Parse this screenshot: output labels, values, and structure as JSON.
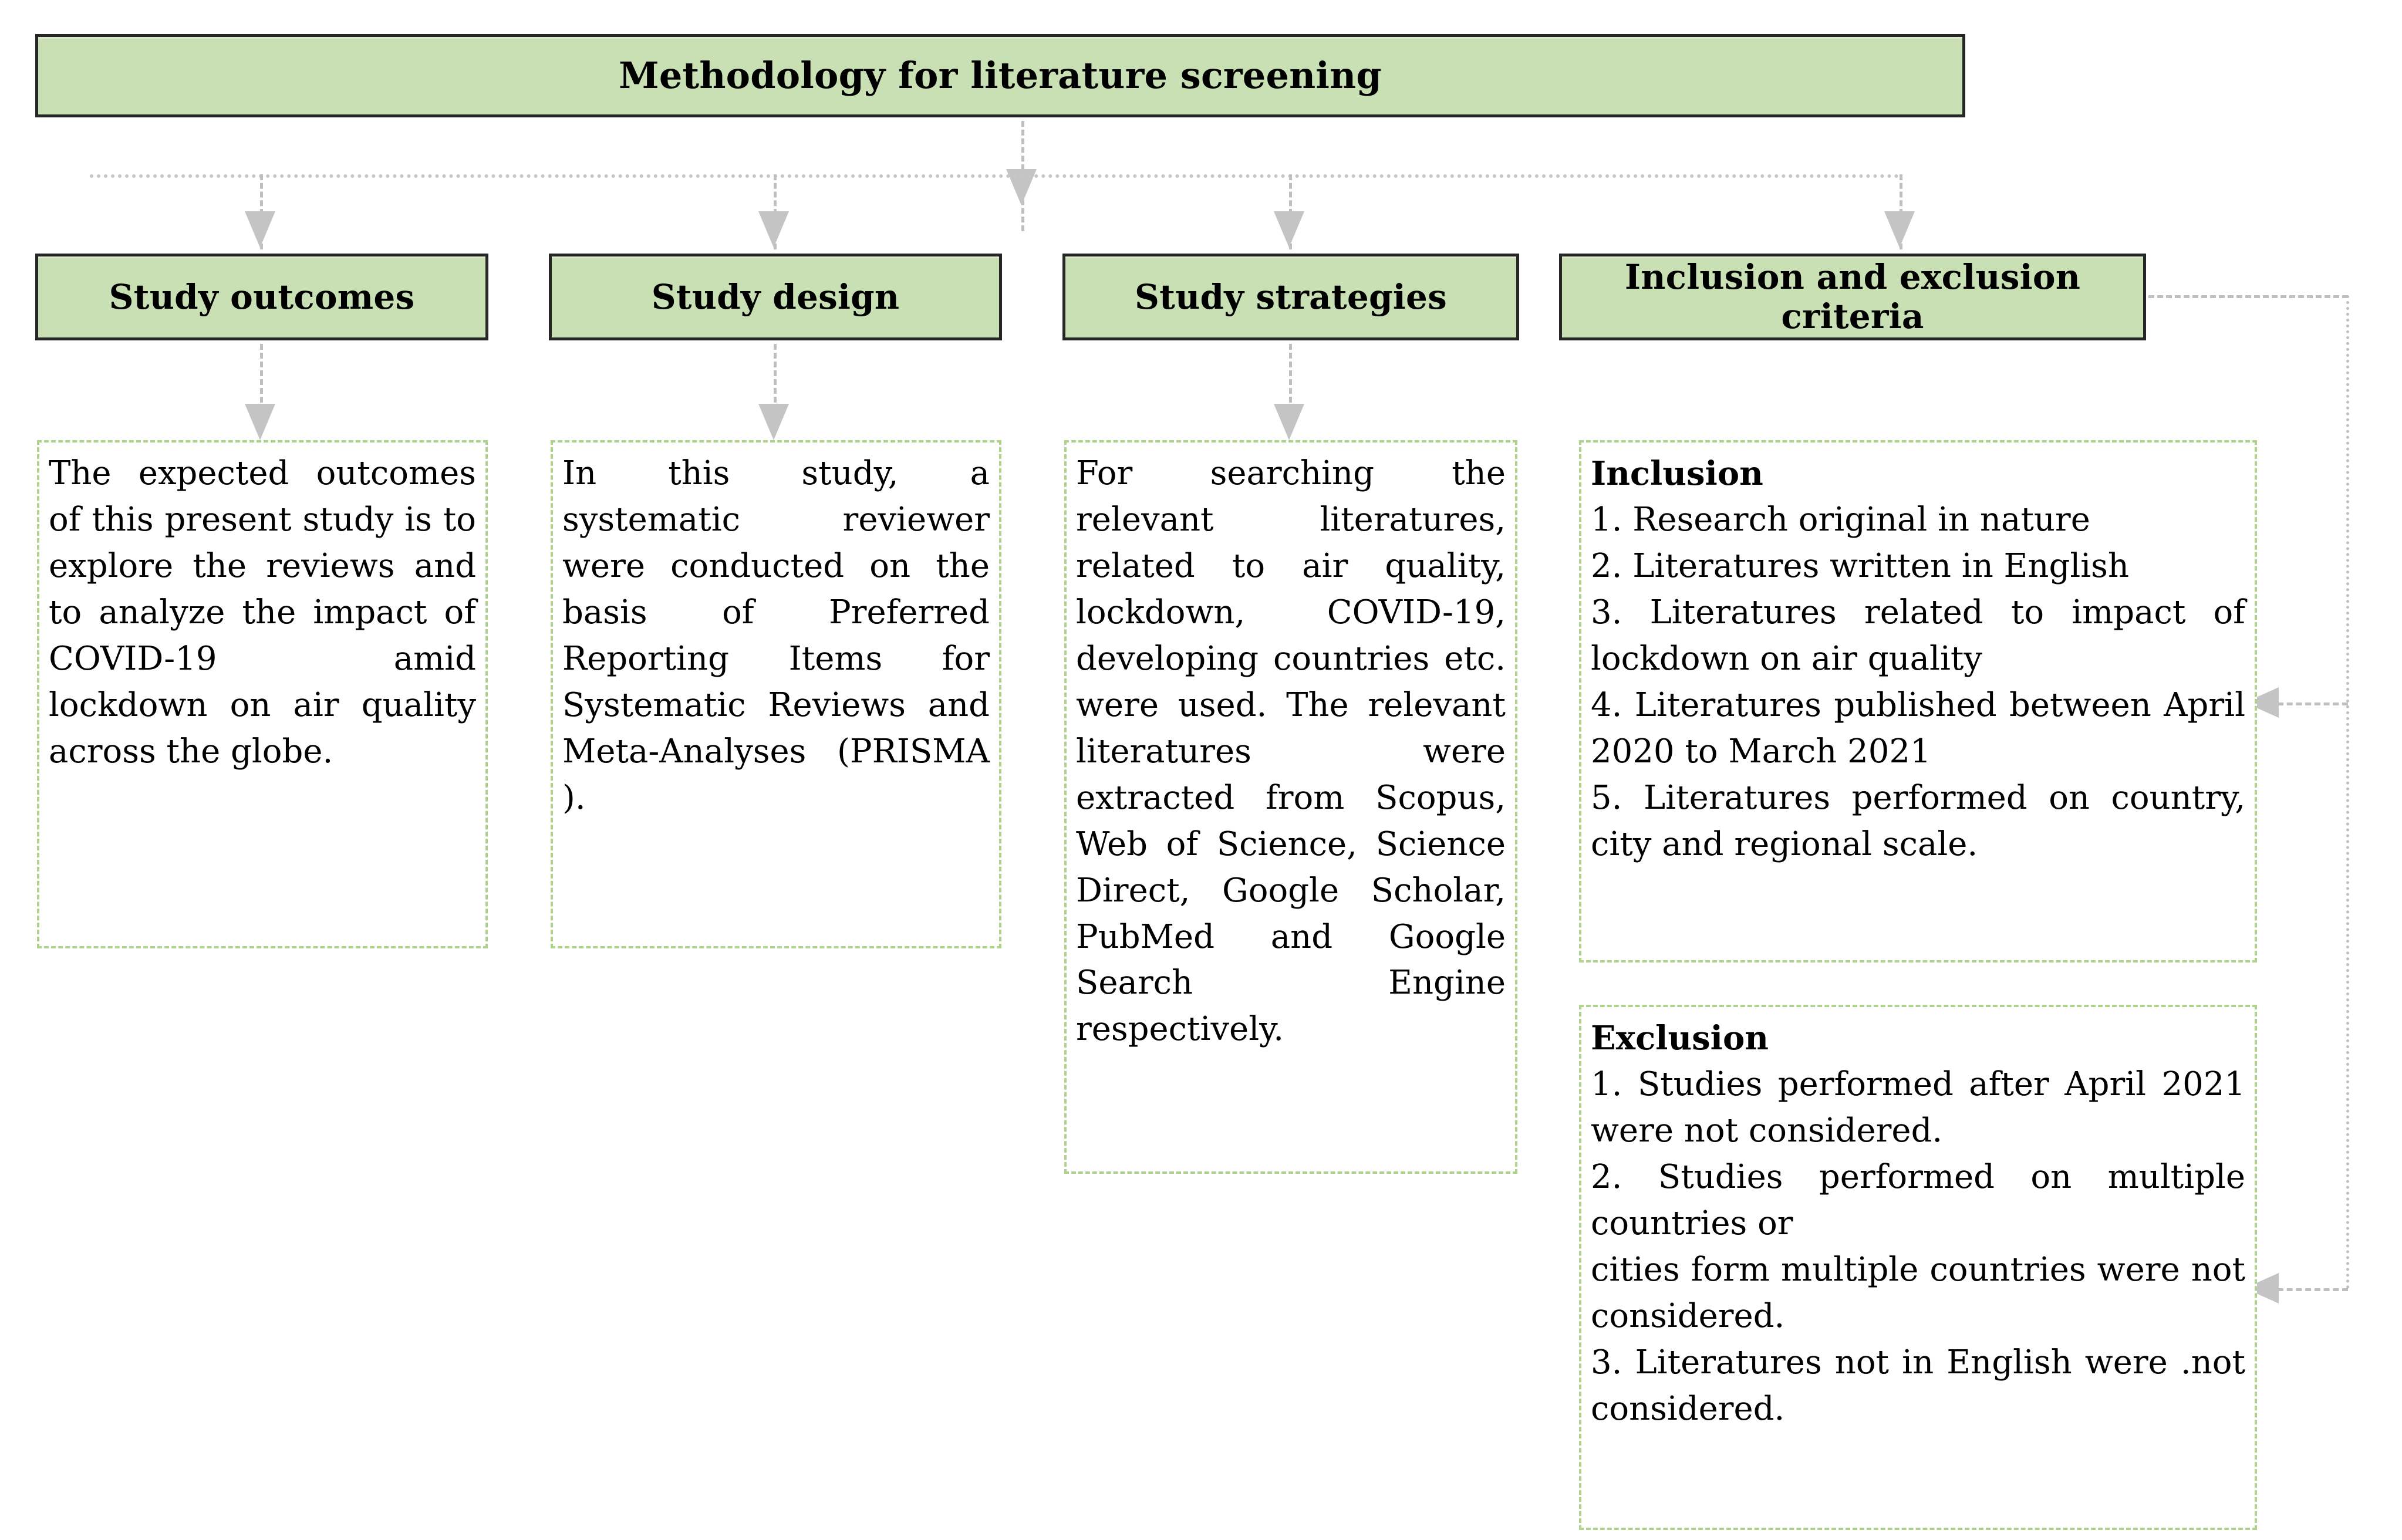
{
  "title": {
    "text": "Methodology for literature screening"
  },
  "headers": [
    {
      "label": "Study outcomes"
    },
    {
      "label": "Study design"
    },
    {
      "label": "Study strategies"
    },
    {
      "label": "Inclusion and exclusion criteria"
    }
  ],
  "content": {
    "study_outcomes": "The expected outcomes of this present study is to explore the reviews and to analyze the impact of COVID-19 amid lockdown on air quality across the globe.",
    "study_design": "In this study, a systematic reviewer were conducted on the basis of Preferred Reporting Items for Systematic Reviews and Meta-Analyses (PRISMA ).",
    "study_strategies": "For searching the relevant literatures, related to air quality, lockdown, COVID-19, developing countries etc. were used. The relevant literatures were extracted from Scopus, Web of Science, Science Direct, Google Scholar, PubMed and Google Search Engine respectively.",
    "inclusion": {
      "heading": "Inclusion",
      "items": [
        "1. Research original in nature",
        "2. Literatures written in English",
        "3. Literatures related to impact of lockdown on air quality",
        "4. Literatures published between April 2020 to March 2021",
        "5. Literatures performed on country, city and regional scale."
      ]
    },
    "exclusion": {
      "heading": "Exclusion",
      "items": [
        "1. Studies performed after April 2021 were not considered.",
        "2. Studies performed on multiple countries or",
        "cities form multiple countries were not considered.",
        "3. Literatures not in English were .not considered."
      ]
    }
  },
  "colors": {
    "box_fill": "#c9e0b4",
    "box_border": "#262626",
    "dashed_border": "#aed28b",
    "connector": "#bfbfbf",
    "arrow": "#c4c4c4",
    "text": "#000000",
    "background": "#ffffff"
  }
}
